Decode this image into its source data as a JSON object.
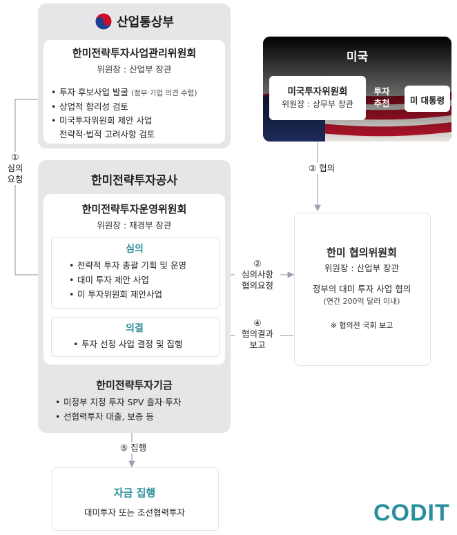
{
  "motie": {
    "name": "산업통상부",
    "committee_title": "한미전략투자사업관리위원회",
    "committee_chair": "위원장 : 산업부 장관",
    "bullets": [
      {
        "main": "투자 후보사업 발굴",
        "note": "(정부·기업 의견 수렴)"
      },
      {
        "main": "상업적 합리성 검토",
        "note": ""
      },
      {
        "main": "미국투자위원회 제안 사업",
        "note": ""
      }
    ],
    "bullet_cont": "전략적·법적 고려사항 검토"
  },
  "usa": {
    "title": "미국",
    "committee_title": "미국투자위원회",
    "committee_chair": "위원장 : 상무부 장관",
    "arrow_label_1": "투자",
    "arrow_label_2": "추천",
    "president": "미 대통령"
  },
  "corp": {
    "title": "한미전략투자공사",
    "ops_title": "한미전략투자운영위원회",
    "ops_chair": "위원장 : 재경부 장관",
    "review_title": "심의",
    "review_items": [
      "전략적 투자 총괄 기획 및 운영",
      "대미 투자 제안 사업",
      "미 투자위원회 제안사업"
    ],
    "decision_title": "의결",
    "decision_items": [
      "투자 선정 사업 결정 및 집행"
    ],
    "fund_title": "한미전략투자기금",
    "fund_items": [
      "미정부 지정 투자 SPV 출자·투자",
      "선협력투자 대출, 보증 등"
    ]
  },
  "joint": {
    "title": "한미 협의위원회",
    "chair": "위원장 : 산업부 장관",
    "desc": "정부의 대미 투자 사업 협의",
    "desc_note": "(연간 200억 달러 이내)",
    "note": "※ 협의전 국회 보고"
  },
  "steps": {
    "s1_num": "①",
    "s1_a": "심의",
    "s1_b": "요청",
    "s2_num": "②",
    "s2_a": "심의사항",
    "s2_b": "협의요청",
    "s3_num": "③",
    "s3_a": "협의",
    "s4_num": "④",
    "s4_a": "협의결과",
    "s4_b": "보고",
    "s5_num": "⑤",
    "s5_a": "집행"
  },
  "exec": {
    "title": "자금 집행",
    "desc": "대미투자 또는 조선협력투자"
  },
  "watermark": "CODIT",
  "colors": {
    "teal": "#2a8f9b",
    "flag_blue": "#1d2a5a",
    "flag_red": "#b5142b"
  }
}
